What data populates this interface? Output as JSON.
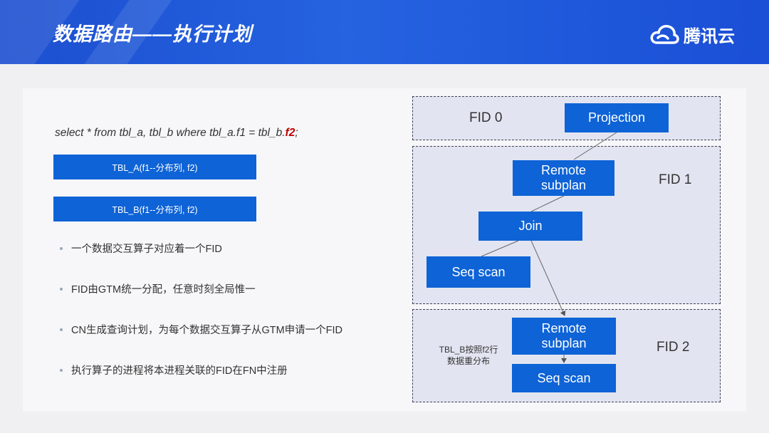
{
  "slide": {
    "title": "数据路由——执行计划",
    "logo_text": "腾讯云",
    "sql_prefix": "select * from tbl_a, tbl_b where tbl_a.f1 = tbl_b.",
    "sql_highlight": "f2",
    "sql_suffix": ";",
    "tables": [
      "TBL_A(f1--分布列, f2)",
      "TBL_B(f1--分布列, f2)"
    ],
    "bullets": [
      "一个数据交互算子对应着一个FID",
      "FID由GTM统一分配，任意时刻全局惟一",
      "CN生成查询计划，为每个数据交互算子从GTM申请一个FID",
      "执行算子的进程将本进程关联的FID在FN中注册"
    ]
  },
  "diagram": {
    "fids": [
      "FID 0",
      "FID 1",
      "FID  2"
    ],
    "nodes": {
      "projection": "Projection",
      "remote1_line1": "Remote",
      "remote1_line2": "subplan",
      "join": "Join",
      "seqscan1": "Seq scan",
      "remote2_line1": "Remote",
      "remote2_line2": "subplan",
      "seqscan2": "Seq scan"
    },
    "note_line1": "TBL_B按照f2行",
    "note_line2": "数据重分布"
  },
  "colors": {
    "header": "#1c4fd0",
    "node": "#0e63d6",
    "region": "#e2e5f1",
    "highlight": "#c00000"
  }
}
